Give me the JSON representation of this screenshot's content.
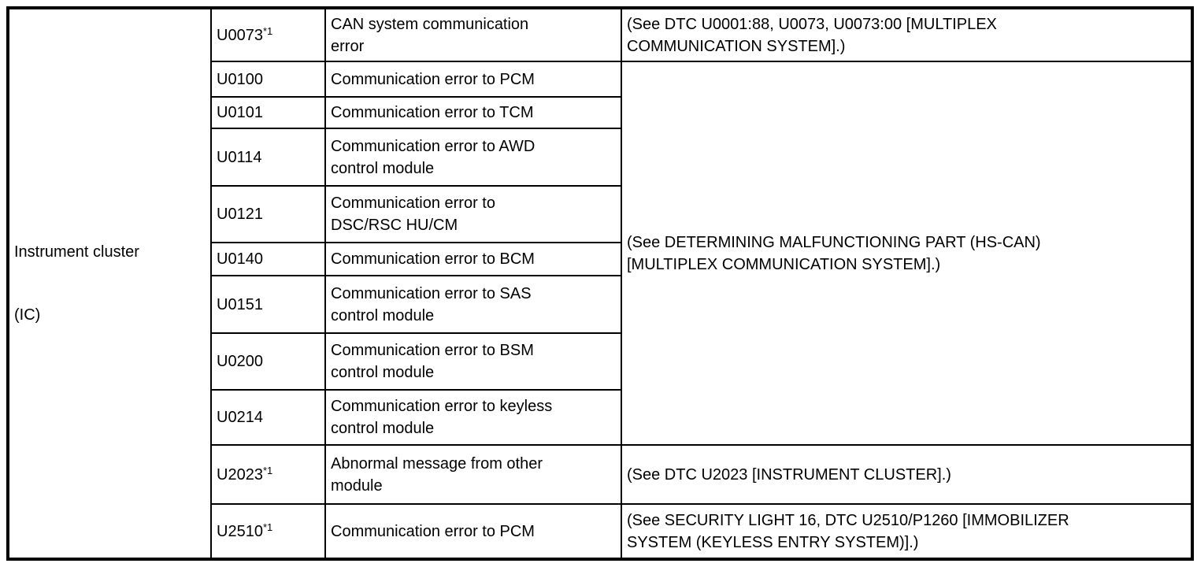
{
  "page": {
    "background_color": "#ffffff",
    "border_color": "#000000",
    "text_color": "#000000"
  },
  "table": {
    "module": {
      "name": "Instrument cluster",
      "abbr": "(IC)"
    },
    "merged_reference": "(See DETERMINING MALFUNCTIONING PART (HS-CAN)\n[MULTIPLEX COMMUNICATION SYSTEM].)",
    "rows": [
      {
        "dtc": "U0073",
        "sup": "*1",
        "description": "CAN system communication\nerror",
        "reference": "(See DTC U0001:88, U0073, U0073:00 [MULTIPLEX\nCOMMUNICATION SYSTEM].)"
      },
      {
        "dtc": "U0100",
        "sup": "",
        "description": "Communication error to PCM"
      },
      {
        "dtc": "U0101",
        "sup": "",
        "description": "Communication error to TCM"
      },
      {
        "dtc": "U0114",
        "sup": "",
        "description": "Communication error to AWD\ncontrol module"
      },
      {
        "dtc": "U0121",
        "sup": "",
        "description": "Communication error to\nDSC/RSC HU/CM"
      },
      {
        "dtc": "U0140",
        "sup": "",
        "description": "Communication error to BCM"
      },
      {
        "dtc": "U0151",
        "sup": "",
        "description": "Communication error to SAS\ncontrol module"
      },
      {
        "dtc": "U0200",
        "sup": "",
        "description": "Communication error to BSM\ncontrol module"
      },
      {
        "dtc": "U0214",
        "sup": "",
        "description": "Communication error to keyless\ncontrol module"
      },
      {
        "dtc": "U2023",
        "sup": "*1",
        "description": "Abnormal message from other\nmodule",
        "reference": "(See DTC U2023 [INSTRUMENT CLUSTER].)"
      },
      {
        "dtc": "U2510",
        "sup": "*1",
        "description": "Communication error to PCM",
        "reference": "(See SECURITY LIGHT 16, DTC U2510/P1260 [IMMOBILIZER\nSYSTEM (KEYLESS ENTRY SYSTEM)].)"
      }
    ]
  }
}
